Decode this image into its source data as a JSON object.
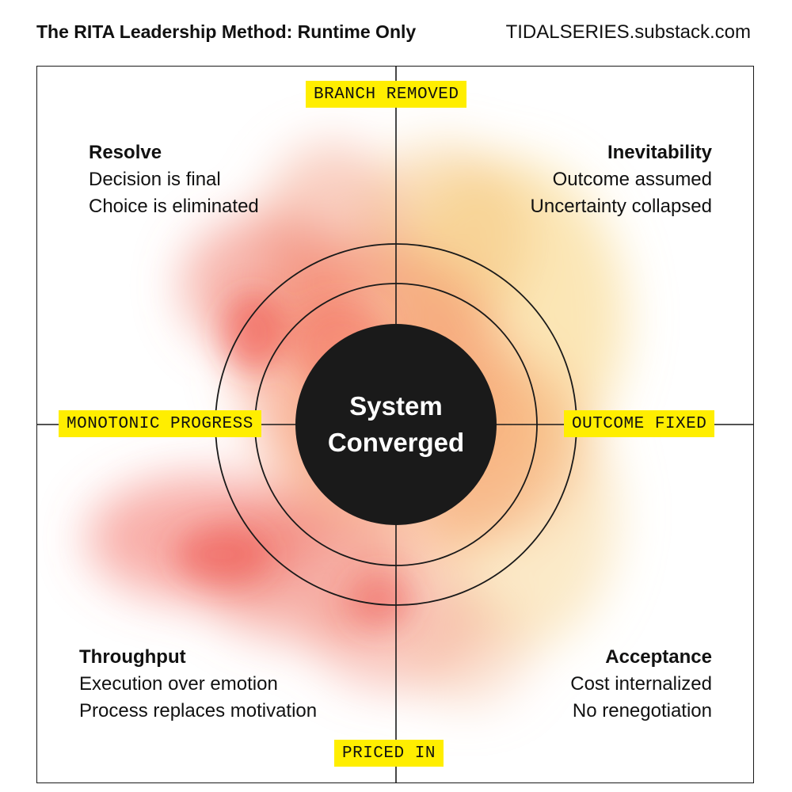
{
  "header": {
    "title": "The RITA Leadership Method: Runtime Only",
    "site": "TIDALSERIES.substack.com"
  },
  "tags": {
    "top": "BRANCH REMOVED",
    "left": "MONOTONIC PROGRESS",
    "right": "OUTCOME FIXED",
    "bottom": "PRICED IN"
  },
  "quadrants": {
    "top_left": {
      "title": "Resolve",
      "lines": [
        "Decision is final",
        "Choice is eliminated"
      ]
    },
    "top_right": {
      "title": "Inevitability",
      "lines": [
        "Outcome assumed",
        "Uncertainty collapsed"
      ]
    },
    "bottom_left": {
      "title": "Throughput",
      "lines": [
        "Execution over emotion",
        "Process replaces motivation"
      ]
    },
    "bottom_right": {
      "title": "Acceptance",
      "lines": [
        "Cost internalized",
        "No renegotiation"
      ]
    }
  },
  "center": {
    "line1": "System",
    "line2": "Converged"
  },
  "colors": {
    "highlight": "#ffee00",
    "core": "#1a1a1a",
    "wash_red": "#f2453d",
    "wash_orange": "#f79a55",
    "wash_yellow": "#f7d27a"
  }
}
